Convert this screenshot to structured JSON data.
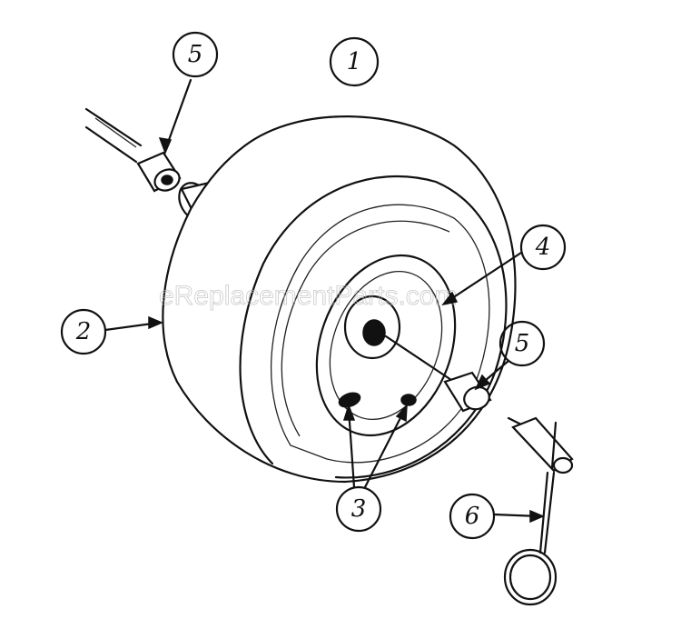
{
  "watermark": "eReplacementParts.com",
  "callouts": [
    {
      "label": "5"
    },
    {
      "label": "1"
    },
    {
      "label": "4"
    },
    {
      "label": "2"
    },
    {
      "label": "5"
    },
    {
      "label": "3"
    },
    {
      "label": "6"
    }
  ]
}
